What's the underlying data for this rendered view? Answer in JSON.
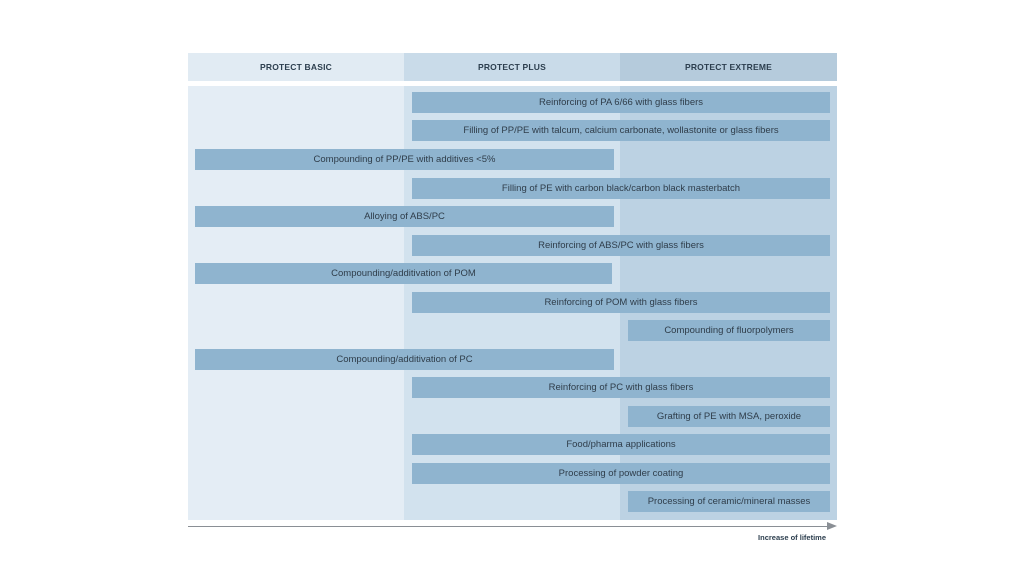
{
  "header": {
    "basic": "PROTECT BASIC",
    "plus": "PROTECT PLUS",
    "extreme": "PROTECT EXTREME"
  },
  "colors": {
    "basic_header": "#e1ebf3",
    "plus_header": "#c9dbe9",
    "extreme_header": "#b5cbdc",
    "basic_body": "#e4edf5",
    "plus_body": "#d2e2ee",
    "extreme_body": "#bcd2e3",
    "bar": "#8fb4cf"
  },
  "bars": [
    {
      "label": "Reinforcing of PA 6/66 with glass fibers",
      "start": "plus",
      "end": "extreme"
    },
    {
      "label": "Filling of PP/PE with talcum, calcium carbonate, wollastonite or glass fibers",
      "start": "plus",
      "end": "extreme"
    },
    {
      "label": "Compounding of PP/PE with additives <5%",
      "start": "basic",
      "end": "plus"
    },
    {
      "label": "Filling of PE with carbon black/carbon black masterbatch",
      "start": "plus",
      "end": "extreme"
    },
    {
      "label": "Alloying of ABS/PC",
      "start": "basic",
      "end": "plus"
    },
    {
      "label": "Reinforcing of ABS/PC with glass fibers",
      "start": "plus",
      "end": "extreme"
    },
    {
      "label": "Compounding/additivation of POM",
      "start": "basic",
      "end": "plus"
    },
    {
      "label": "Reinforcing of POM with glass fibers",
      "start": "plus",
      "end": "extreme"
    },
    {
      "label": "Compounding of fluorpolymers",
      "start": "extreme",
      "end": "extreme"
    },
    {
      "label": "Compounding/additivation of PC",
      "start": "basic",
      "end": "plus"
    },
    {
      "label": "Reinforcing of PC with glass fibers",
      "start": "plus",
      "end": "extreme"
    },
    {
      "label": "Grafting of PE with MSA, peroxide",
      "start": "extreme",
      "end": "extreme"
    },
    {
      "label": "Food/pharma applications",
      "start": "plus",
      "end": "extreme"
    },
    {
      "label": "Processing of powder coating",
      "start": "plus",
      "end": "extreme"
    },
    {
      "label": "Processing of ceramic/mineral masses",
      "start": "extreme",
      "end": "extreme"
    }
  ],
  "axis": {
    "label": "Increase of lifetime"
  }
}
